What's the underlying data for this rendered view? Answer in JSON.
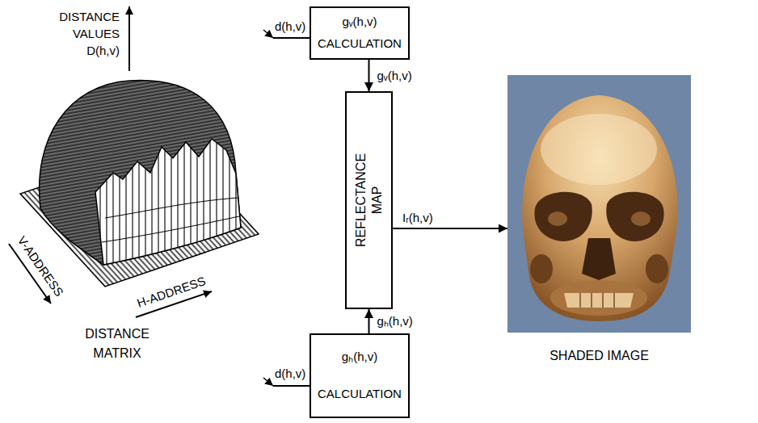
{
  "diagram": {
    "nodes": [
      {
        "text": [
          "gᵥ(h,v)",
          "CALCULATION"
        ]
      },
      {
        "text": [
          "REFLECTANCE MAP"
        ]
      },
      {
        "text": [
          "gₕ(h,v)",
          "CALCULATION"
        ]
      },
      {
        "text": [
          "SHADED IMAGE"
        ]
      }
    ],
    "edges": [
      {
        "from": 0,
        "to": 1,
        "arrow": "to",
        "label": "gᵥ(h,v)"
      },
      {
        "from": 2,
        "to": 1,
        "arrow": "to",
        "label": "gₕ(h,v)"
      },
      {
        "from": 1,
        "to": 3,
        "arrow": "to",
        "label": "Iᵣ(h,v)"
      }
    ],
    "labels": [
      "DISTANCE VALUES D(h,v)",
      "V-ADDRESS",
      "H-ADDRESS",
      "DISTANCE MATRIX",
      "d(h,v)",
      "d(h,v)"
    ]
  }
}
